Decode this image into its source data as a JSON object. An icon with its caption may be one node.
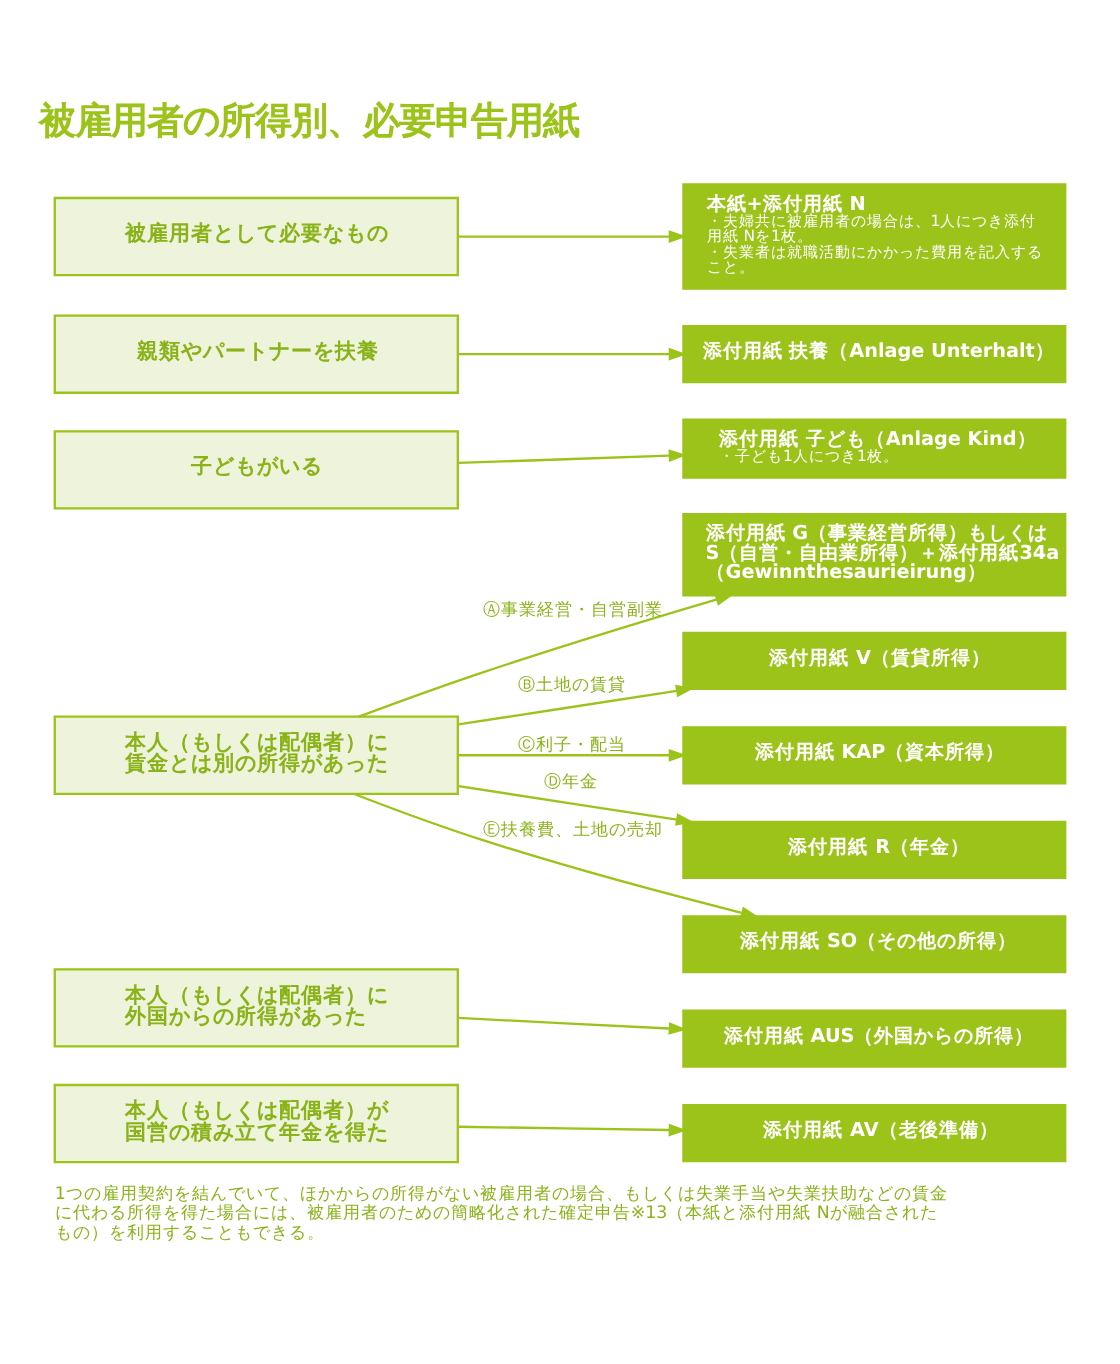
{
  "diagram": {
    "title": "被雇用者の所得別、必要申告用紙",
    "caption": "1つの雇用契約を結んでいて、ほかからの所得がない被雇用者の場合、もしくは失業手当や失業扶助などの賃金に代わる所得を得た場合には、被雇用者のための簡略化された確定申告※13（本紙と添付用紙 Nが融合されたもの）を利用することもできる。",
    "nodes": [
      {
        "text": [
          "被雇用者として必要なもの"
        ]
      },
      {
        "text": [
          "本紙+添付用紙 N",
          "・夫婦共に被雇用者の場合は、1人につき添付用紙 Nを1枚。",
          "・失業者は就職活動にかかった費用を記入すること。"
        ]
      },
      {
        "text": [
          "親類やパートナーを扶養"
        ]
      },
      {
        "text": [
          "添付用紙 扶養（Anlage Unterhalt）"
        ]
      },
      {
        "text": [
          "子どもがいる"
        ]
      },
      {
        "text": [
          "添付用紙 子ども（Anlage Kind）",
          "・子ども1人につき1枚。"
        ]
      },
      {
        "text": [
          "本人（もしくは配偶者）に賃金とは別の所得があった"
        ]
      },
      {
        "text": [
          "添付用紙 G（事業経営所得）もしくは S（自営・自由業所得）＋添付用紙34a（Gewinnthesaurieirung）"
        ]
      },
      {
        "text": [
          "添付用紙 V（賃貸所得）"
        ]
      },
      {
        "text": [
          "添付用紙 KAP（資本所得）"
        ]
      },
      {
        "text": [
          "添付用紙 R（年金）"
        ]
      },
      {
        "text": [
          "添付用紙 SO（その他の所得）"
        ]
      },
      {
        "text": [
          "本人（もしくは配偶者）に外国からの所得があった"
        ]
      },
      {
        "text": [
          "添付用紙 AUS（外国からの所得）"
        ]
      },
      {
        "text": [
          "本人（もしくは配偶者）が国営の積み立て年金を得た"
        ]
      },
      {
        "text": [
          "添付用紙 AV（老後準備）"
        ]
      }
    ],
    "edges": [
      {
        "from": 0,
        "to": 1,
        "arrow": "to"
      },
      {
        "from": 2,
        "to": 3,
        "arrow": "to"
      },
      {
        "from": 4,
        "to": 5,
        "arrow": "to"
      },
      {
        "from": 6,
        "to": 7,
        "arrow": "to",
        "label": "Ⓐ事業経営・自営副業"
      },
      {
        "from": 6,
        "to": 8,
        "arrow": "to",
        "label": "Ⓑ土地の賃貸"
      },
      {
        "from": 6,
        "to": 9,
        "arrow": "to",
        "label": "Ⓒ利子・配当"
      },
      {
        "from": 6,
        "to": 10,
        "arrow": "to",
        "label": "Ⓓ年金"
      },
      {
        "from": 6,
        "to": 11,
        "arrow": "to",
        "label": "Ⓔ扶養費、土地の売却"
      },
      {
        "from": 12,
        "to": 13,
        "arrow": "to"
      },
      {
        "from": 14,
        "to": 15,
        "arrow": "to"
      }
    ]
  }
}
